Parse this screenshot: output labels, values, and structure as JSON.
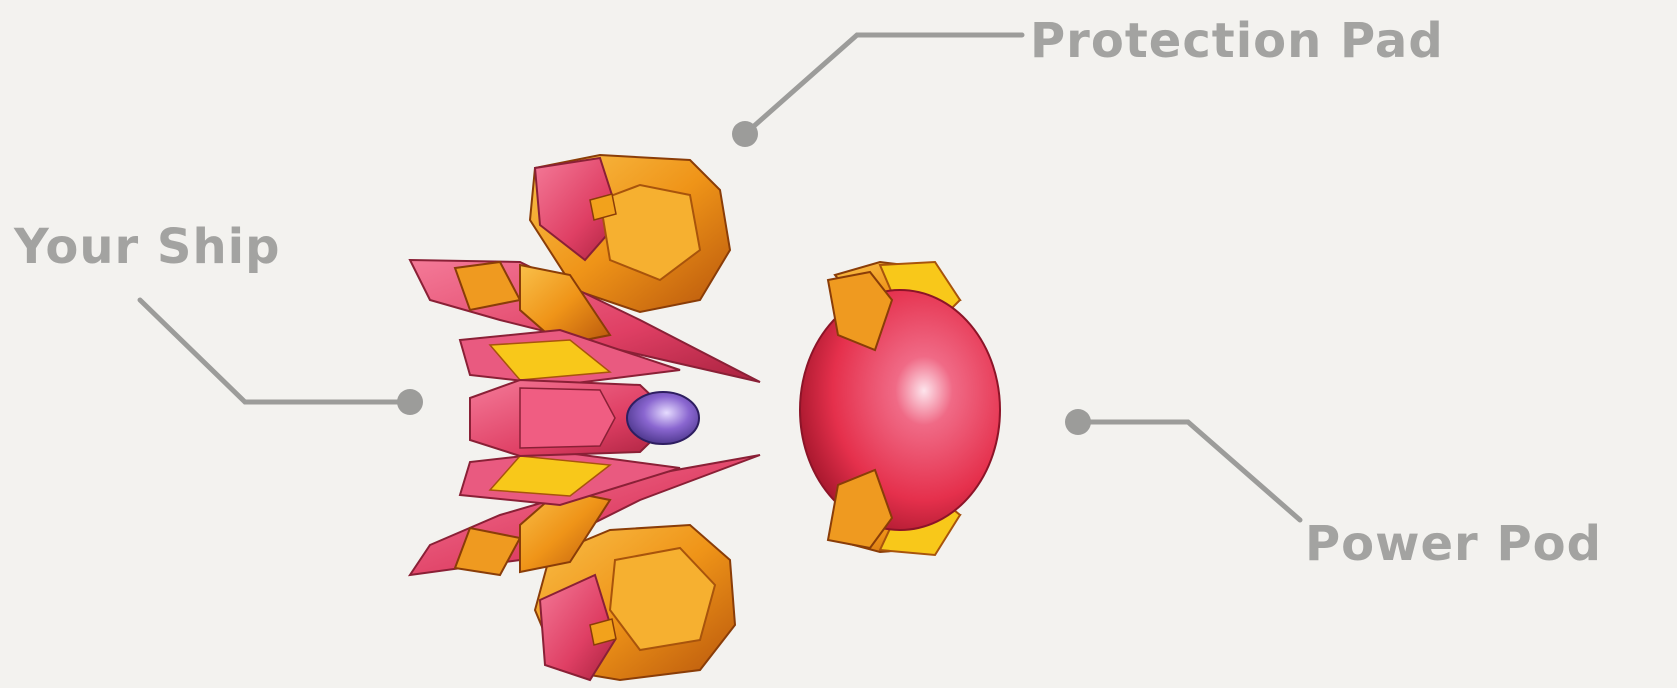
{
  "labels": {
    "protection_pad": "Protection Pad",
    "your_ship": "Your Ship",
    "power_pod": "Power Pod"
  },
  "colors": {
    "background": "#f3f2ef",
    "label_text": "#a3a3a1",
    "leader_line": "#9c9c9a",
    "hull_pink": "#e0466a",
    "armor_orange": "#f09a1c",
    "armor_yellow": "#f8c81a",
    "pod_red": "#e8344e",
    "cockpit_purple": "#7a56b8"
  }
}
